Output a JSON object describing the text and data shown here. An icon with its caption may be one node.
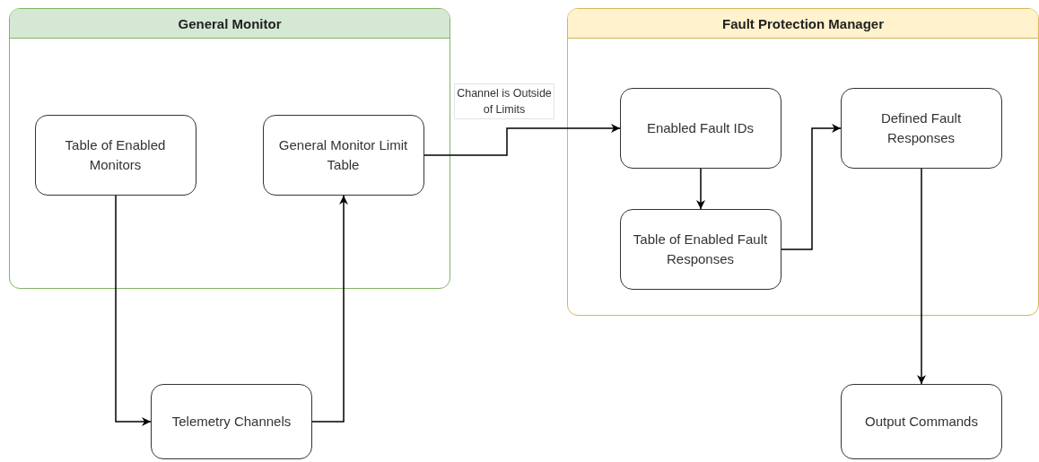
{
  "diagram": {
    "nodes": [
      {
        "text": [
          "General Monitor"
        ]
      },
      {
        "text": [
          "Table of Enabled Monitors"
        ],
        "in": 0
      },
      {
        "text": [
          "General Monitor Limit Table"
        ],
        "in": 0
      },
      {
        "text": [
          "Fault Protection Manager"
        ]
      },
      {
        "text": [
          "Enabled Fault IDs"
        ],
        "in": 3
      },
      {
        "text": [
          "Defined Fault Responses"
        ],
        "in": 3
      },
      {
        "text": [
          "Table of Enabled Fault Responses"
        ],
        "in": 3
      },
      {
        "text": [
          "Telemetry Channels"
        ]
      },
      {
        "text": [
          "Output Commands"
        ]
      }
    ],
    "edges": [
      {
        "from": 1,
        "to": 7,
        "arrow": "to"
      },
      {
        "from": 7,
        "to": 2,
        "arrow": "to"
      },
      {
        "from": 2,
        "to": 4,
        "arrow": "to",
        "label": "Channel is Outside of Limits"
      },
      {
        "from": 4,
        "to": 6,
        "arrow": "to"
      },
      {
        "from": 6,
        "to": 5,
        "arrow": "to"
      },
      {
        "from": 5,
        "to": 8,
        "arrow": "to"
      }
    ]
  }
}
